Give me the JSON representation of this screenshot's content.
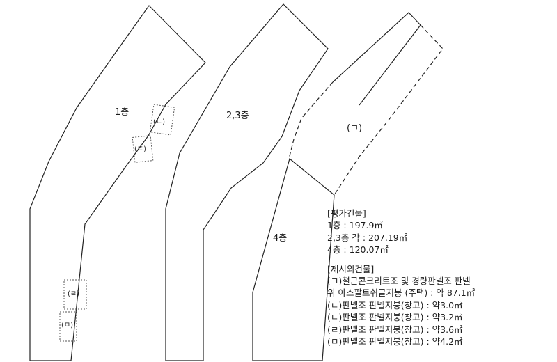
{
  "plan": {
    "labels": {
      "floor1": "1층",
      "floor23": "2,3층",
      "floor4": "4층",
      "annex_a": "(ㄱ)",
      "annex_b": "(ㄴ)",
      "annex_c": "(ㄷ)",
      "annex_d": "(ㄹ)",
      "annex_e": "(ㅁ)"
    }
  },
  "legend": {
    "appraised_title": "[평가건물]",
    "appraised": [
      "1층 : 197.9㎡",
      "2,3층 각 : 207.19㎡",
      "4층 : 120.07㎡"
    ],
    "excluded_title": "[제시외건물]",
    "excluded": [
      "(ㄱ)철근콘크리트조 및 경량판넬조 판넬",
      "위 아스팔트쉬글지붕 (주택) : 약 87.1㎡",
      "(ㄴ)판넬조 판넬지붕(창고) : 약3.0㎡",
      "(ㄷ)판넬조 판넬지붕(창고) : 약3.2㎡",
      "(ㄹ)판넬조 판넬지붕(창고) : 약3.6㎡",
      "(ㅁ)판넬조 판넬지붕(창고) : 약4.2㎡"
    ]
  }
}
